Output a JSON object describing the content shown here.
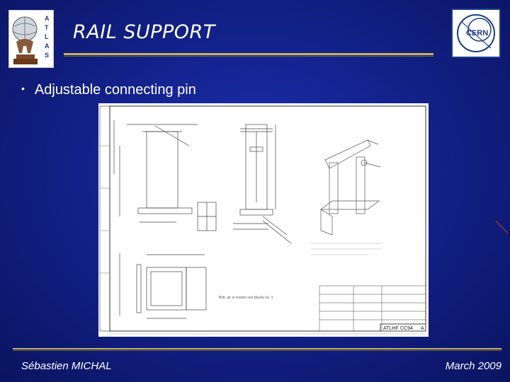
{
  "slide": {
    "title": "RAIL SUPPORT",
    "bullet": "Adjustable connecting pin",
    "footer_left": "Sébastien MICHAL",
    "footer_right": "March 2009"
  },
  "logos": {
    "atlas_text": "ATLAS",
    "cern_text": "CERN"
  },
  "drawing": {
    "title_block_code": "ATLHF",
    "title_block_number": "CC94",
    "revision": "A",
    "note_text": "Bolt, air or inserts see blocks no. 1"
  }
}
